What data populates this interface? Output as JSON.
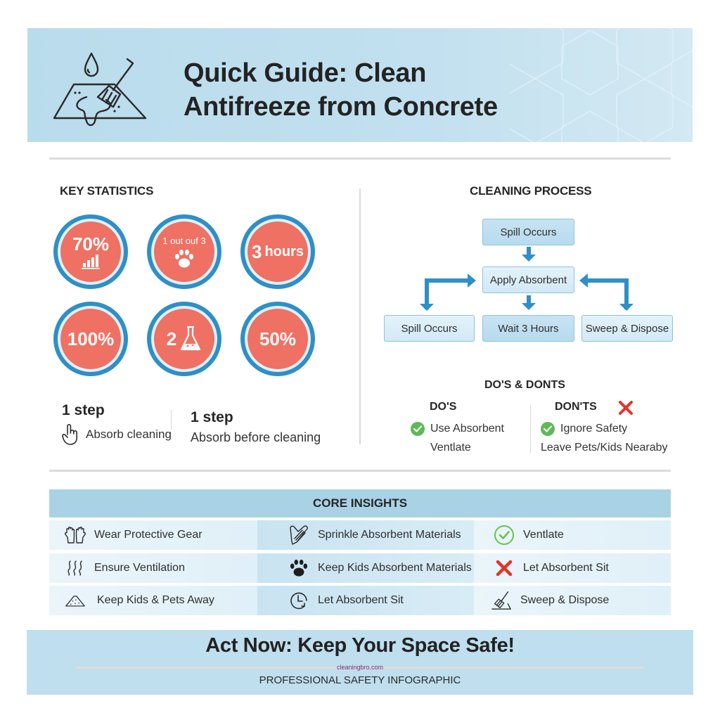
{
  "header": {
    "title": "Quick Guide: Clean\nAntifreeze from Concrete",
    "logo_icon": "spill-brush-icon"
  },
  "key_statistics": {
    "title": "KEY STATISTICS",
    "stats": [
      {
        "value": "70%",
        "icon": "bar-chart-icon"
      },
      {
        "value": "1 out ouf 3",
        "icon": "paw-icon"
      },
      {
        "value": "3",
        "unit": "hours"
      },
      {
        "value": "100%"
      },
      {
        "value": "2",
        "icon": "flask-icon"
      },
      {
        "value": "50%"
      }
    ],
    "steps": [
      {
        "count": "1 step",
        "label": "Absorb cleaning",
        "icon": "hand-pointer-icon"
      },
      {
        "count": "1 step",
        "label": "Absorb before cleaning"
      }
    ]
  },
  "cleaning_process": {
    "title": "CLEANING PROCESS",
    "nodes": {
      "top": "Spill Occurs",
      "middle": "Apply Absorbent",
      "bottom_left": "Spill Occurs",
      "bottom_center": "Wait 3 Hours",
      "bottom_right": "Sweep & Dispose"
    },
    "arrow_color": "#2f8fc6"
  },
  "dos_donts": {
    "title": "DO'S & DONTS",
    "dos": {
      "heading": "DO'S",
      "items": [
        "Use Absorbent",
        "Ventlate"
      ]
    },
    "donts": {
      "heading": "DON'TS",
      "items": [
        "Ignore Safety",
        "Leave Pets/Kids Nearaby"
      ]
    }
  },
  "core_insights": {
    "title": "CORE INSIGHTS",
    "rows": [
      [
        {
          "icon": "gloves-icon",
          "label": "Wear Protective Gear"
        },
        {
          "icon": "sprinkle-glove-icon",
          "label": "Sprinkle Absorbent Materials"
        },
        {
          "icon": "check-circle-icon",
          "label": "Ventlate"
        }
      ],
      [
        {
          "icon": "ventilation-waves-icon",
          "label": "Ensure Ventilation"
        },
        {
          "icon": "paw-icon",
          "label": "Keep Kids Absorbent Materials"
        },
        {
          "icon": "red-x-icon",
          "label": "Let Absorbent Sit"
        }
      ],
      [
        {
          "icon": "powder-pile-icon",
          "label": "Keep Kids & Pets Away"
        },
        {
          "icon": "clock-icon",
          "label": "Let Absorbent Sit"
        },
        {
          "icon": "broom-dustpan-icon",
          "label": "Sweep & Dispose"
        }
      ]
    ]
  },
  "footer": {
    "cta": "Act Now: Keep Your Space Safe!",
    "watermark": "cleaningbro.com",
    "subtitle": "PROFESSIONAL SAFETY INFOGRAPHIC"
  },
  "colors": {
    "header_bg": "#c2e0ef",
    "stat_fill": "#ee7164",
    "stat_ring": "#2f8fc6",
    "check_green": "#5fb85a",
    "cross_red": "#e0352b",
    "insight_header": "#a9d2e5"
  }
}
